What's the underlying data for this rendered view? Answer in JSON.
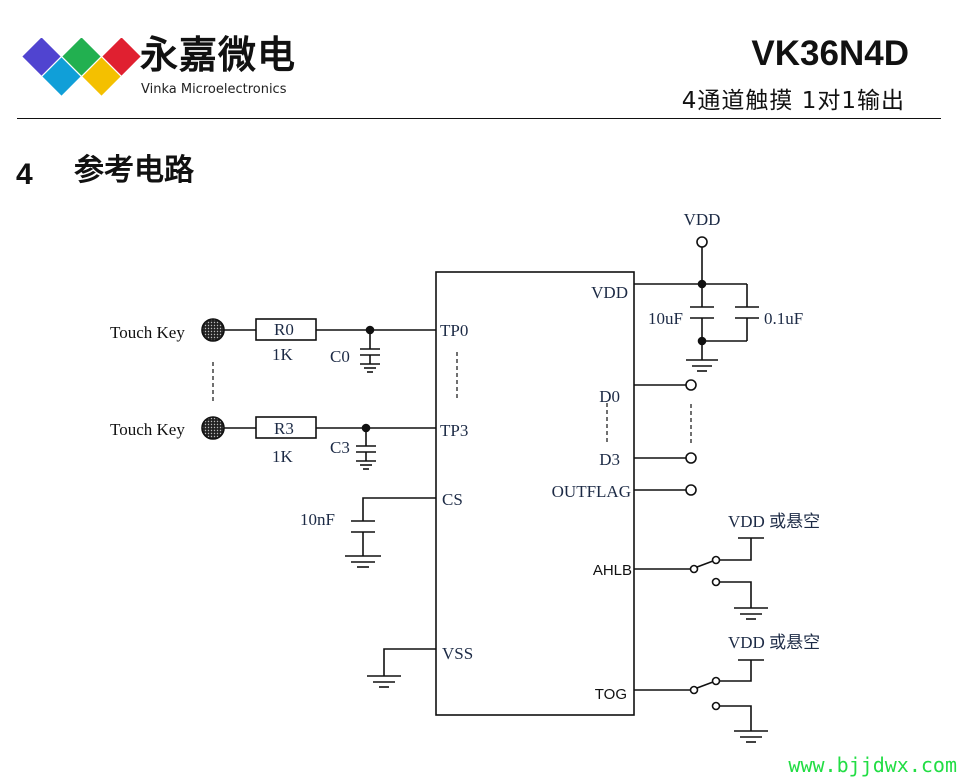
{
  "header": {
    "logo": {
      "company_cn": "永嘉微电",
      "company_en": "Vinka Microelectronics",
      "tile_colors": [
        "#5044d0",
        "#22b050",
        "#e02030",
        "#109fd8",
        "#f4c000"
      ]
    },
    "product_name": "VK36N4D",
    "product_subtitle": "4通道触摸 1对1输出"
  },
  "section": {
    "number": "4",
    "title": "参考电路"
  },
  "schematic": {
    "chip": {
      "left_pins": [
        {
          "name": "TP0"
        },
        {
          "name": "TP3"
        },
        {
          "name": "CS"
        },
        {
          "name": "VSS"
        }
      ],
      "right_pins": [
        {
          "name": "VDD"
        },
        {
          "name": "D0"
        },
        {
          "name": "D3"
        },
        {
          "name": "OUTFLAG"
        },
        {
          "name": "AHLB"
        },
        {
          "name": "TOG"
        }
      ]
    },
    "touch_channels": [
      {
        "key_label": "Touch Key",
        "resistor": "R0",
        "resistor_value": "1K",
        "capacitor": "C0"
      },
      {
        "key_label": "Touch Key",
        "resistor": "R3",
        "resistor_value": "1K",
        "capacitor": "C3"
      }
    ],
    "cs_capacitor": "10nF",
    "power": {
      "supply_label": "VDD",
      "cap1": "10uF",
      "cap2": "0.1uF"
    },
    "option_pins": [
      {
        "pin": "AHLB",
        "option_label": "VDD 或悬空"
      },
      {
        "pin": "TOG",
        "option_label": "VDD 或悬空"
      }
    ]
  },
  "watermark": "www.bjjdwx.com"
}
